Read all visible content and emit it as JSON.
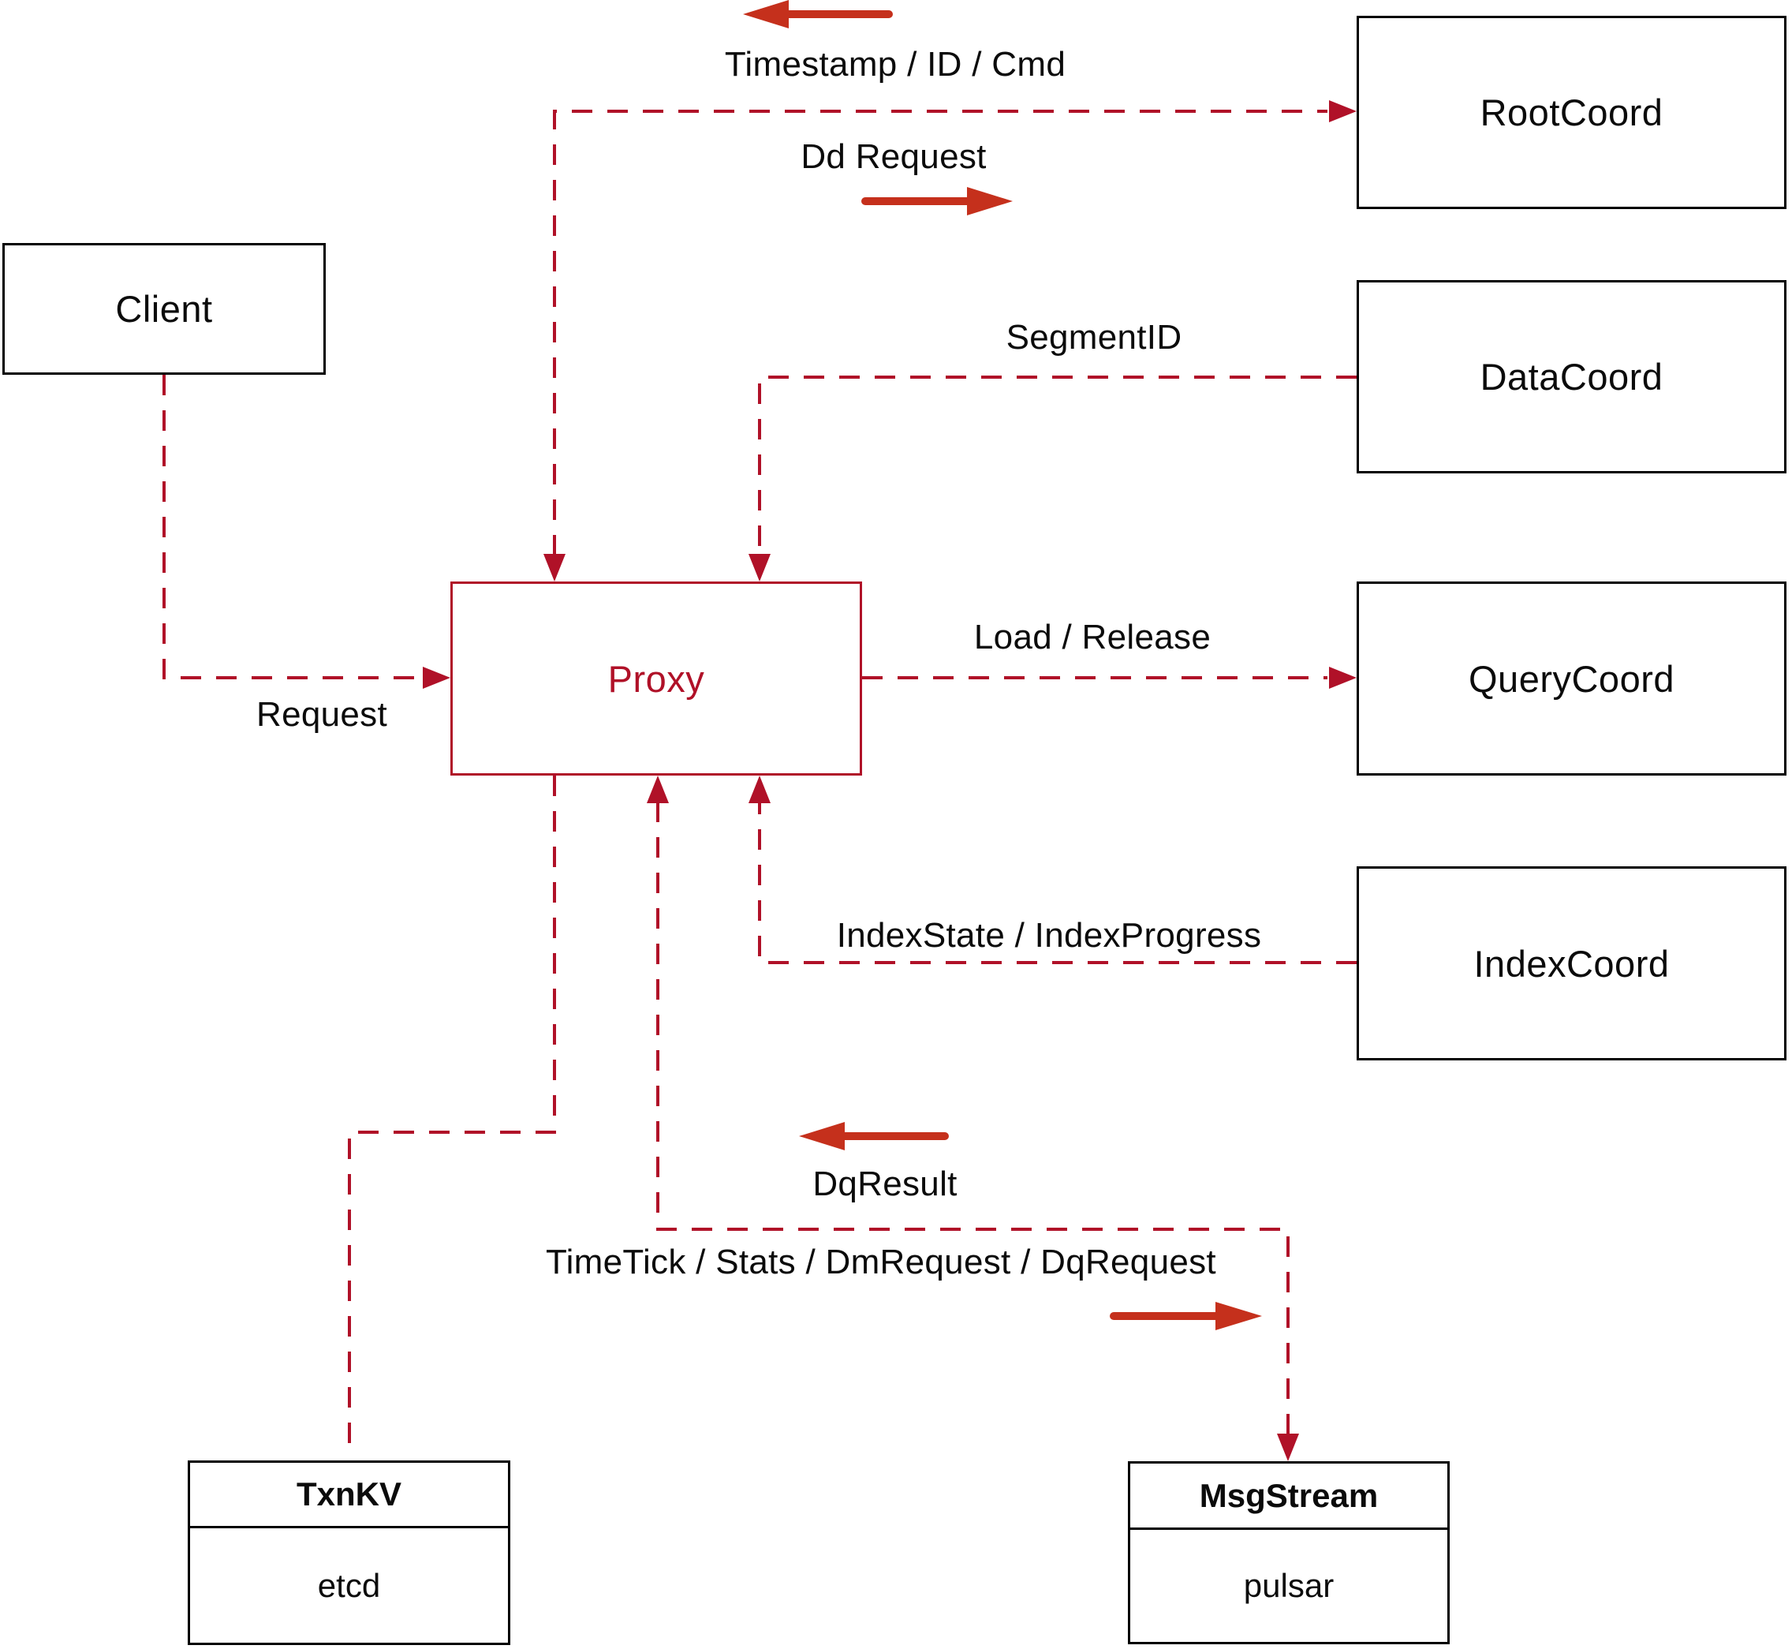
{
  "nodes": {
    "client": {
      "label": "Client"
    },
    "proxy": {
      "label": "Proxy"
    },
    "rootcoord": {
      "label": "RootCoord"
    },
    "datacoord": {
      "label": "DataCoord"
    },
    "querycoord": {
      "label": "QueryCoord"
    },
    "indexcoord": {
      "label": "IndexCoord"
    },
    "txnkv": {
      "title": "TxnKV",
      "body": "etcd"
    },
    "msgstream": {
      "title": "MsgStream",
      "body": "pulsar"
    }
  },
  "edge_labels": {
    "timestamp": "Timestamp / ID / Cmd",
    "dd_request": "Dd Request",
    "segment_id": "SegmentID",
    "request": "Request",
    "load_release": "Load / Release",
    "index_state": "IndexState / IndexProgress",
    "dq_result": "DqResult",
    "timetick": "TimeTick / Stats / DmRequest / DqRequest"
  },
  "colors": {
    "dashed_line": "#b01128",
    "solid_arrow": "#c5301c",
    "node_border": "#000000",
    "proxy_accent": "#b01128"
  }
}
